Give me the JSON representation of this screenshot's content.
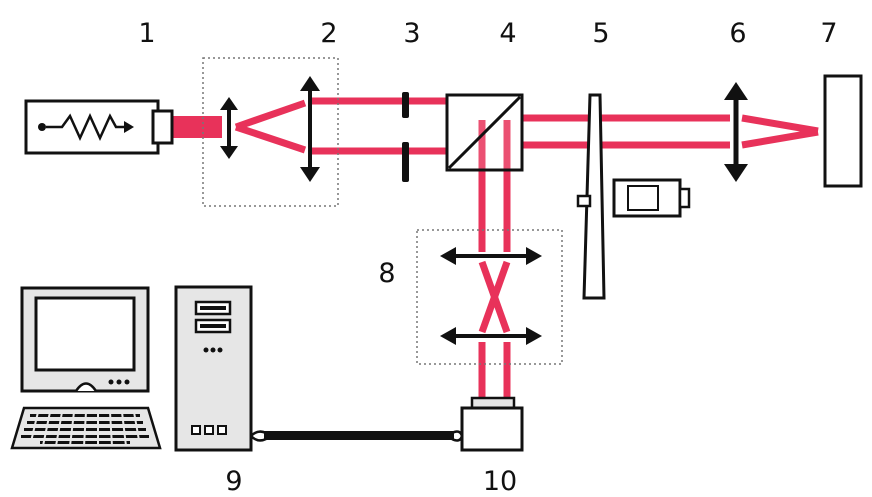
{
  "labels": {
    "n1": "1",
    "n2": "2",
    "n3": "3",
    "n4": "4",
    "n5": "5",
    "n6": "6",
    "n7": "7",
    "n8": "8",
    "n9": "9",
    "n10": "10"
  },
  "colors": {
    "beam": "#e8325a",
    "beam_bright": "#f04068",
    "ink": "#111111",
    "housing": "#e6e6e6",
    "background": "#ffffff"
  },
  "icons": {
    "laser": "laser-source-icon",
    "beam_expander": "beam-expander-icon",
    "aperture": "aperture-icon",
    "beamsplitter": "beamsplitter-cube-icon",
    "wedge": "optical-wedge-icon",
    "wedge_actuator": "wedge-actuator-icon",
    "lens": "focusing-lens-icon",
    "sample": "sample-plate-icon",
    "relay_optics": "relay-lens-pair-icon",
    "computer": "computer-icon",
    "camera": "camera-icon"
  }
}
